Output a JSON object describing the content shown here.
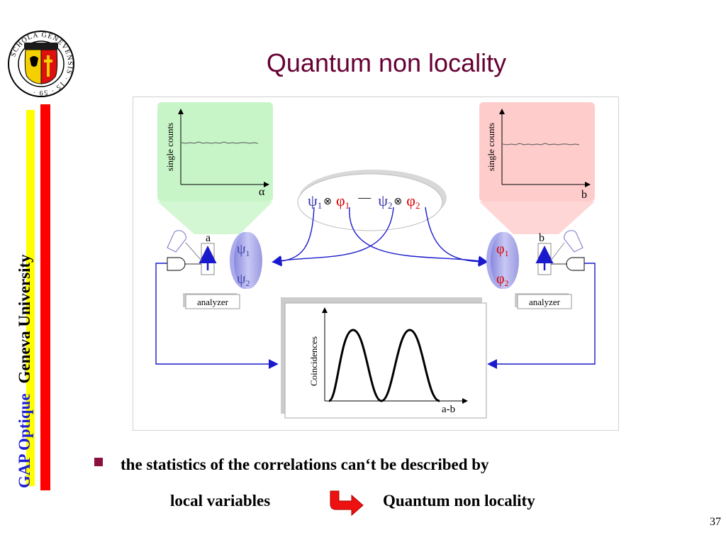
{
  "slide": {
    "title": "Quantum non locality",
    "university": {
      "gap": "GAP Optique",
      "geneva": "Geneva University"
    },
    "seal": {
      "text": "SCHOLA GENEVENSIS · 15 · 59 ·",
      "icon": "geneva-coat-of-arms-icon"
    },
    "bullet": "the statistics of the correlations can‘t be described by",
    "conclusion": {
      "left": "local variables",
      "right": "Quantum non locality",
      "arrow_icon": "curved-red-arrow-icon"
    },
    "page_number": "37"
  },
  "diagram": {
    "state": {
      "psi1": "ψ",
      "sub1": "1",
      "otimes": "⊗",
      "phi1": "φ",
      "minus": "—",
      "psi2": "ψ",
      "sub2": "2",
      "phi2": "φ"
    },
    "left_plot": {
      "ylabel": "single counts",
      "xlabel": "α"
    },
    "right_plot": {
      "ylabel": "single counts",
      "xlabel": "b"
    },
    "left_source": {
      "psi": "ψ",
      "sub1": "1",
      "sub2": "2"
    },
    "right_source": {
      "phi": "φ",
      "sub1": "1",
      "sub2": "2"
    },
    "left_setting": "a",
    "right_setting": "b",
    "left_analyzer": "analyzer",
    "right_analyzer": "analyzer",
    "coincidence_plot": {
      "ylabel": "Coincidences",
      "xlabel": "a-b"
    },
    "colors": {
      "green_panel": "#c8f5c8",
      "red_panel": "#ffcccc",
      "blue_line": "#1a1acc",
      "state_red": "#dd0000",
      "state_blue": "#3333aa"
    }
  }
}
